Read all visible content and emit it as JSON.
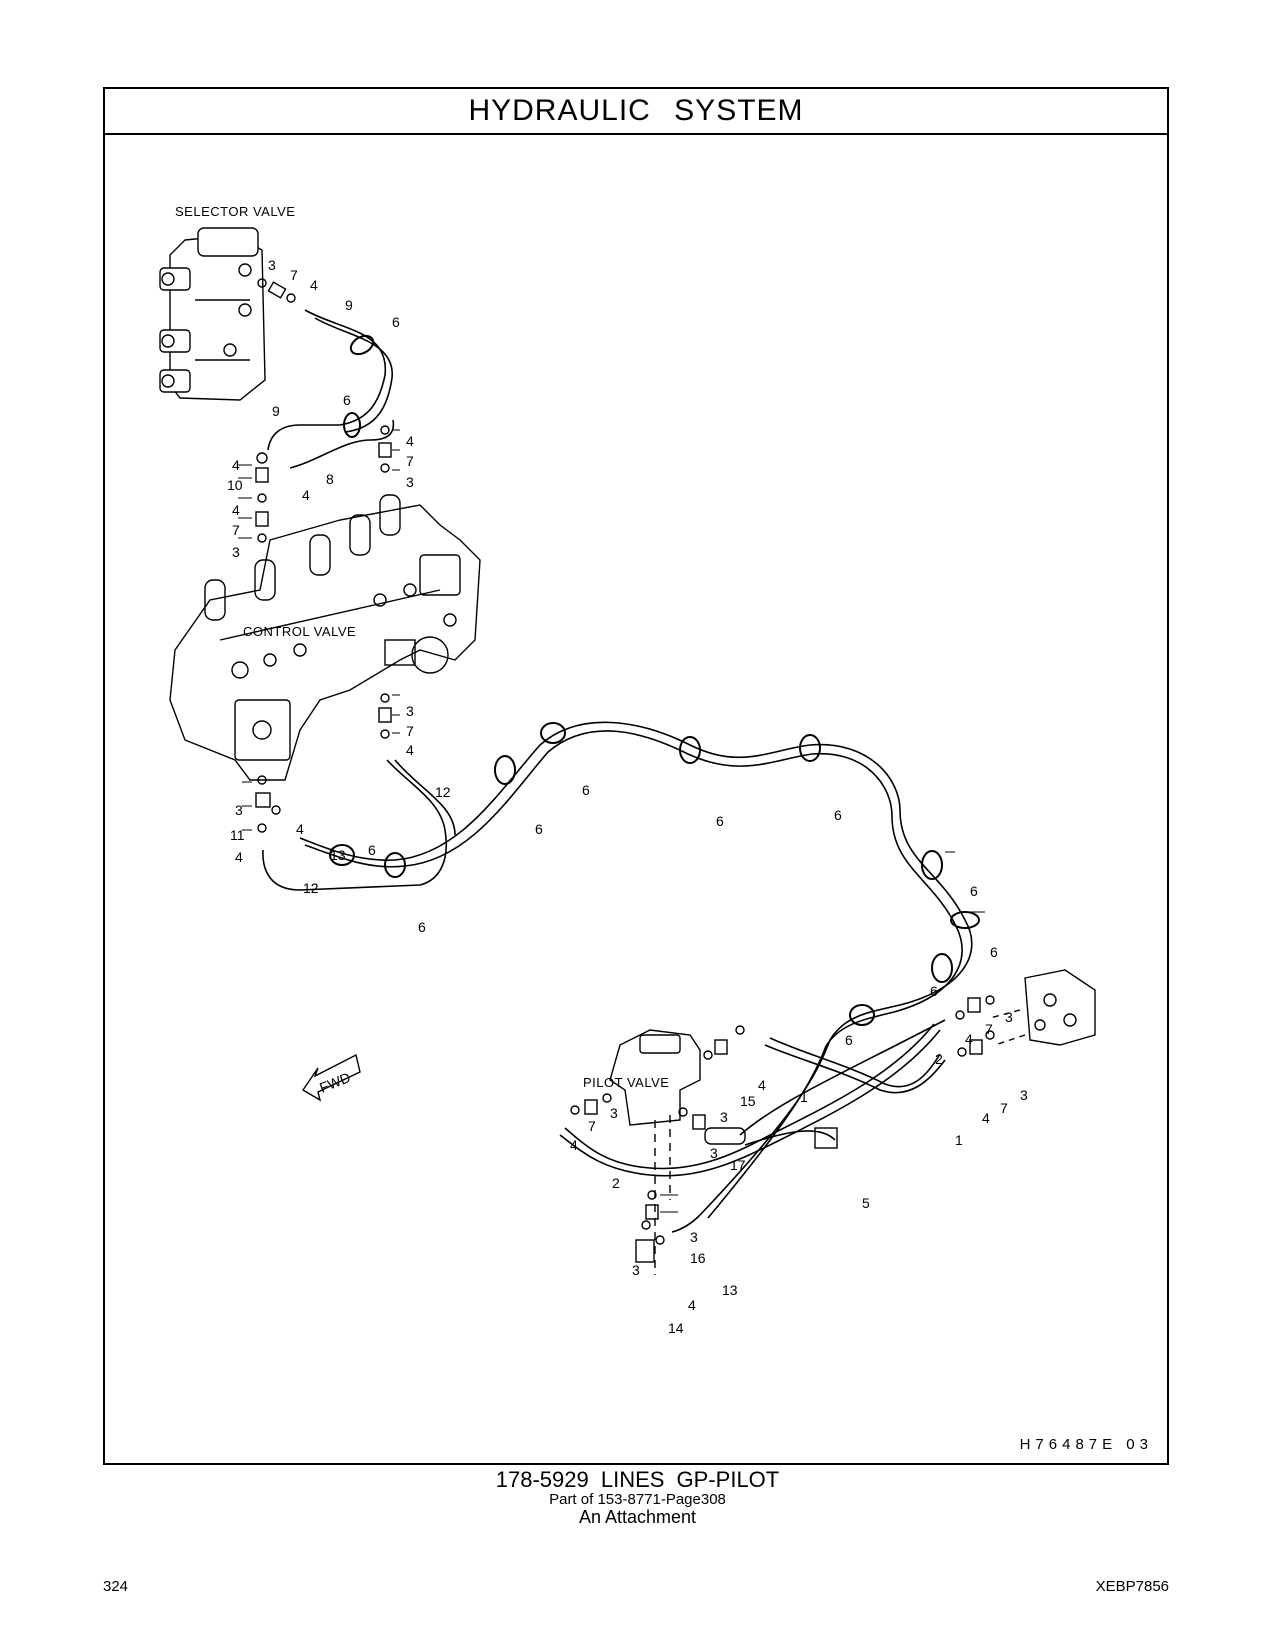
{
  "header": {
    "title": "HYDRAULIC   SYSTEM"
  },
  "diagram": {
    "labels": {
      "selector_valve": "SELECTOR  VALVE",
      "control_valve": "CONTROL  VALVE",
      "pilot_valve": "PILOT  VALVE",
      "fwd": "FWD"
    },
    "drawing_code": "H76487E  03",
    "callouts": [
      "1",
      "2",
      "3",
      "4",
      "5",
      "6",
      "7",
      "8",
      "9",
      "10",
      "11",
      "12",
      "13",
      "14",
      "15",
      "16",
      "17"
    ]
  },
  "caption": {
    "main": "178-5929  LINES  GP-PILOT",
    "sub": "Part of 153-8771-Page308",
    "sub2": "An Attachment"
  },
  "footer": {
    "page_number": "324",
    "doc_code": "XEBP7856"
  }
}
